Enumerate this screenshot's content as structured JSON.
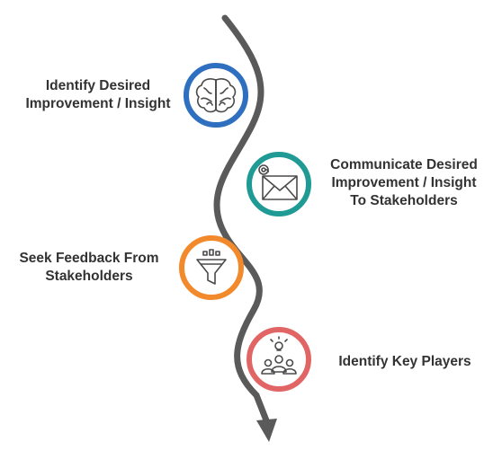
{
  "colors": {
    "path": "#5a5a5a",
    "icon_stroke": "#4a4a4a",
    "text": "#333333"
  },
  "steps": [
    {
      "lines": [
        "Identify Desired",
        "Improvement / Insight"
      ],
      "icon": "brain-icon",
      "color": "#2f6fc0"
    },
    {
      "lines": [
        "Communicate Desired",
        "Improvement / Insight",
        "To Stakeholders"
      ],
      "icon": "email-envelope-icon",
      "color": "#1f9a94"
    },
    {
      "lines": [
        "Seek Feedback From",
        "Stakeholders"
      ],
      "icon": "funnel-icon",
      "color": "#f2892a"
    },
    {
      "lines": [
        "Identify Key Players"
      ],
      "icon": "team-lightbulb-icon",
      "color": "#e26565"
    }
  ]
}
